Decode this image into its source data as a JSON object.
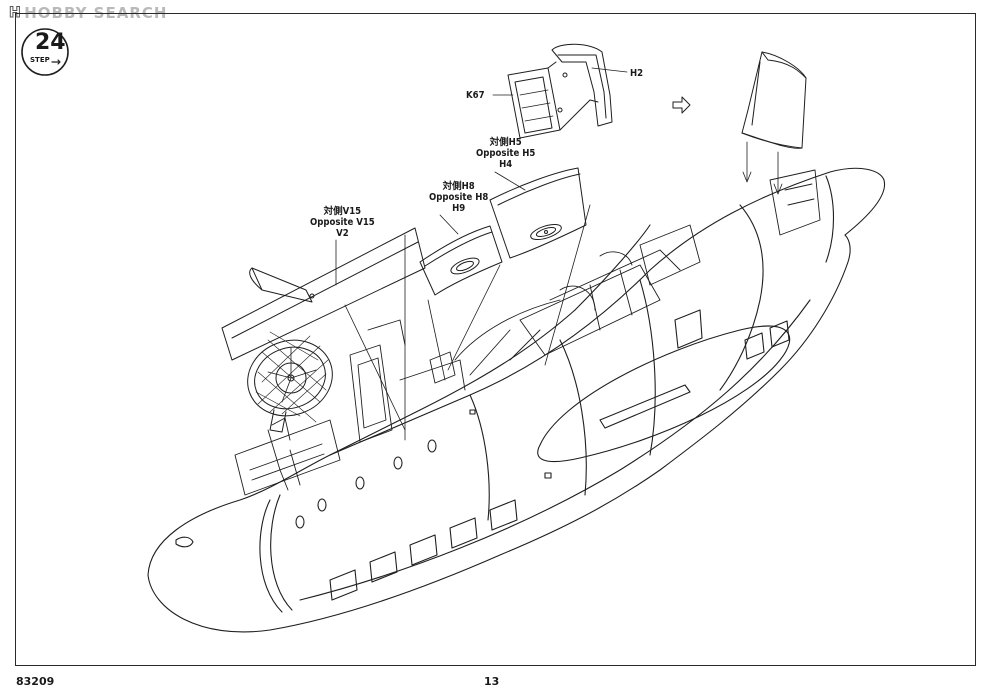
{
  "watermark": {
    "logo": "H",
    "text": "HOBBY SEARCH"
  },
  "step": {
    "number": "24",
    "label": "STEP"
  },
  "callouts": {
    "h2": "H2",
    "k67": "K67",
    "h5_block": [
      "対側H5",
      "Opposite H5",
      "H4"
    ],
    "h8_block": [
      "対側H8",
      "Opposite H8",
      "H9"
    ],
    "v15_block": [
      "対側V15",
      "Opposite V15",
      "V2"
    ]
  },
  "footer": {
    "catalog_number": "83209",
    "page_number": "13"
  }
}
